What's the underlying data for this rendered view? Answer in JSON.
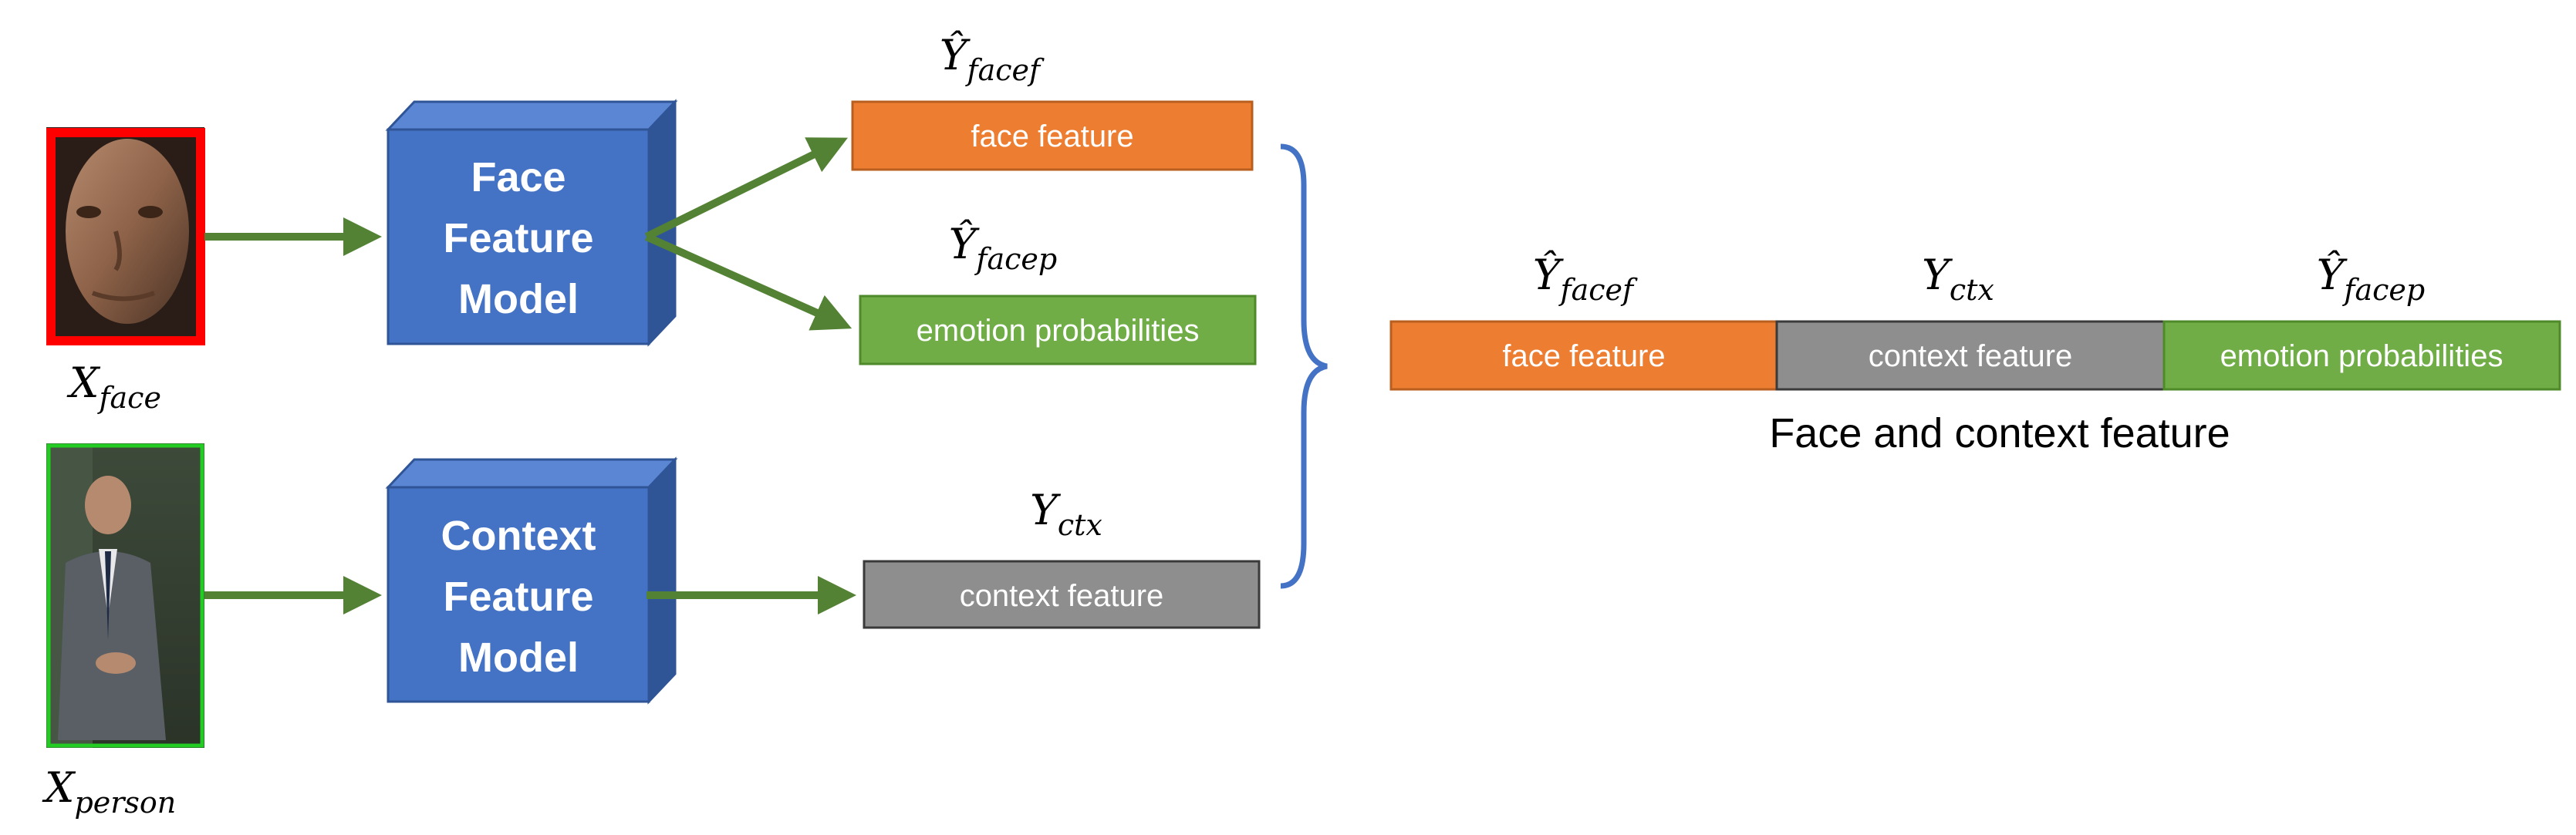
{
  "inputs": {
    "face_label_main": "X",
    "face_label_sub": "face",
    "person_label_main": "X",
    "person_label_sub": "person"
  },
  "models": {
    "face": [
      "Face",
      "Feature",
      "Model"
    ],
    "context": [
      "Context",
      "Feature",
      "Model"
    ]
  },
  "outputs": {
    "face_feature": {
      "box_text": "face feature",
      "label_main": "Ŷ",
      "label_sub": "facef"
    },
    "emotion_probabilities": {
      "box_text": "emotion probabilities",
      "label_main": "Ŷ",
      "label_sub": "facep"
    },
    "context_feature": {
      "box_text": "context feature",
      "label_main": "Y",
      "label_sub": "ctx"
    }
  },
  "combined": {
    "segments": [
      {
        "text": "face feature",
        "label_main": "Ŷ",
        "label_sub": "facef"
      },
      {
        "text": "context feature",
        "label_main": "Y",
        "label_sub": "ctx"
      },
      {
        "text": "emotion probabilities",
        "label_main": "Ŷ",
        "label_sub": "facep"
      }
    ],
    "caption": "Face and context feature"
  },
  "colors": {
    "orange": "#ED7D31",
    "orange_border": "#B85F1F",
    "green": "#70AD47",
    "green_border": "#4E8A2A",
    "gray": "#8E8E8E",
    "gray_border": "#3a3a3a",
    "model_front": "#4472C4",
    "model_top": "#5B86D4",
    "model_side": "#2F5597",
    "model_border": "#2F5597",
    "arrow": "#548235",
    "brace": "#4472C4",
    "face_frame": "#FF0000",
    "person_frame": "#22CC22"
  },
  "icons": {
    "face_image": "face-photo",
    "person_image": "person-photo"
  }
}
